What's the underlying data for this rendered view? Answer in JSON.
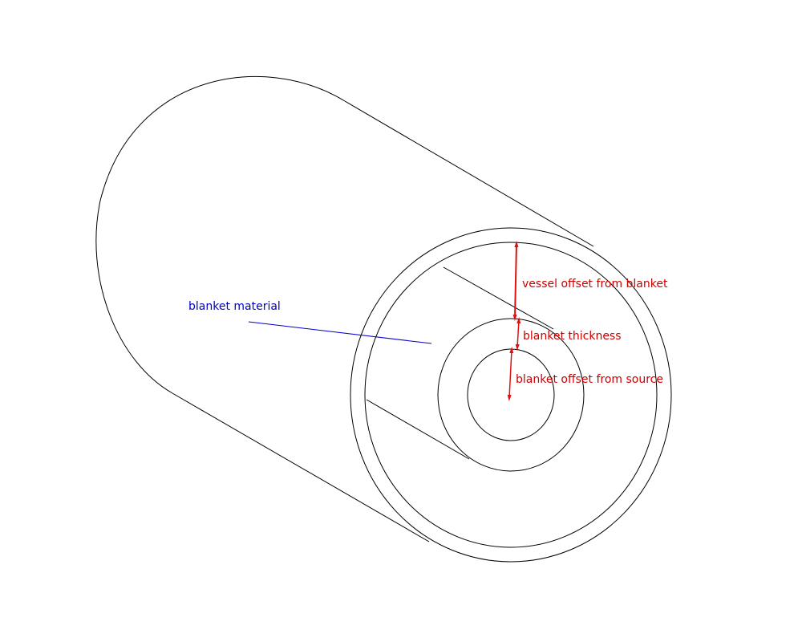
{
  "labels": {
    "blanket_material": "blanket material",
    "vessel_offset": "vessel offset from blanket",
    "blanket_thickness": "blanket thickness",
    "blanket_offset": "blanket offset from source"
  },
  "colors": {
    "material_label": "#0000cc",
    "dimension_label": "#cc0000",
    "dimension_arrow": "#dd1111",
    "outline": "#000000",
    "background": "#ffffff"
  }
}
